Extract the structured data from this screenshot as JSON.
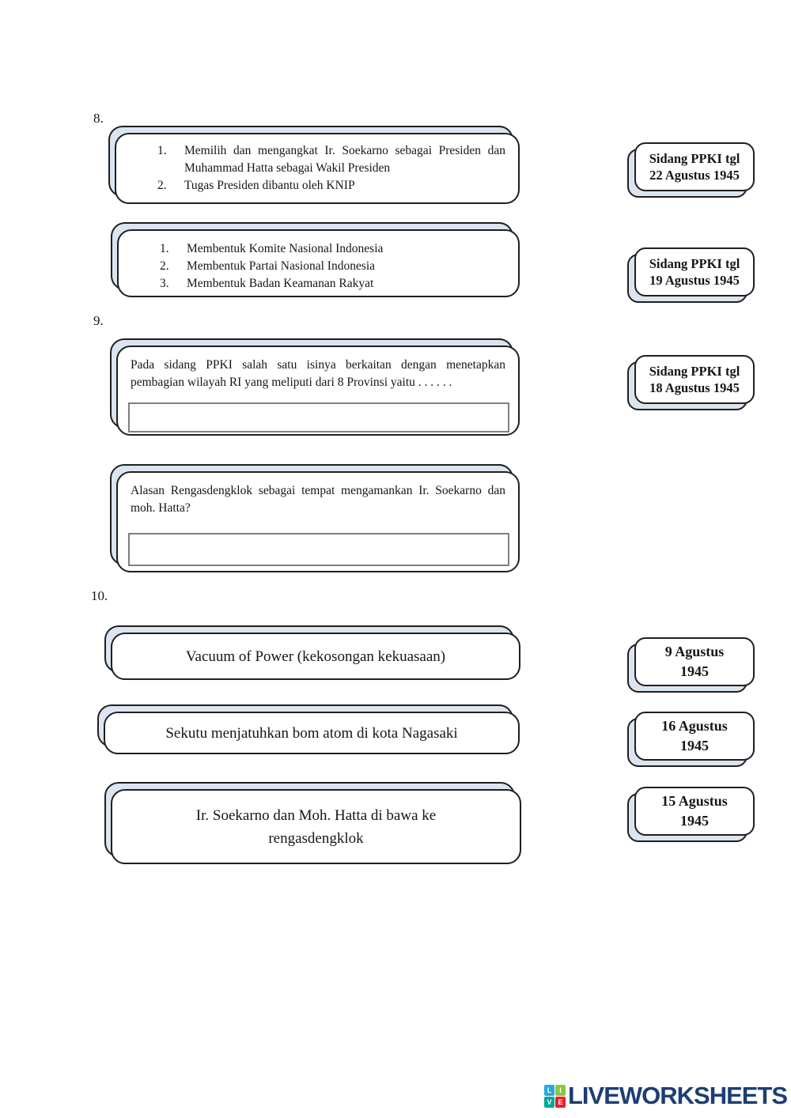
{
  "sections": {
    "s8": {
      "label": "8.",
      "card1": {
        "items": [
          {
            "num": "1.",
            "text": "Memilih dan mengangkat Ir. Soekarno sebagai Presiden dan Muhammad Hatta sebagai Wakil Presiden"
          },
          {
            "num": "2.",
            "text": "Tugas Presiden dibantu oleh KNIP"
          }
        ]
      },
      "card2": {
        "items": [
          {
            "num": "1.",
            "text": "Membentuk Komite Nasional Indonesia"
          },
          {
            "num": "2.",
            "text": "Membentuk Partai Nasional Indonesia"
          },
          {
            "num": "3.",
            "text": "Membentuk Badan Keamanan Rakyat"
          }
        ]
      }
    },
    "s9": {
      "label": "9.",
      "card1": {
        "question": "Pada sidang PPKI salah satu isinya berkaitan dengan menetapkan pembagian wilayah RI yang meliputi dari 8 Provinsi yaitu . . . . . .",
        "answer_value": ""
      },
      "card2": {
        "question": "Alasan Rengasdengklok sebagai tempat mengamankan Ir. Soekarno dan moh. Hatta?",
        "answer_value": ""
      }
    },
    "s10": {
      "label": "10.",
      "cards": [
        "Vacuum of Power (kekosongan kekuasaan)",
        "Sekutu menjatuhkan bom atom di kota Nagasaki",
        "Ir. Soekarno dan Moh. Hatta di bawa ke rengasdengklok"
      ]
    }
  },
  "answers": {
    "sidang": [
      {
        "line1": "Sidang PPKI tgl",
        "line2": "22 Agustus 1945"
      },
      {
        "line1": "Sidang PPKI tgl",
        "line2": "19 Agustus 1945"
      },
      {
        "line1": "Sidang PPKI tgl",
        "line2": "18 Agustus 1945"
      }
    ],
    "dates": [
      {
        "line1": "9 Agustus",
        "line2": "1945"
      },
      {
        "line1": "16 Agustus",
        "line2": "1945"
      },
      {
        "line1": "15 Agustus",
        "line2": "1945"
      }
    ]
  },
  "footer": {
    "brand": "LIVEWORKSHEETS",
    "logo_letters": [
      "L",
      "I",
      "V",
      "E"
    ]
  },
  "colors": {
    "card_shadow": "#dbe5f1",
    "card_border": "#1f1f1f",
    "input_border": "#7f7f7f",
    "brand_navy": "#1c3e73",
    "logo_blue": "#29a8e0",
    "logo_green": "#8cc63e",
    "logo_teal": "#00a79d",
    "logo_red": "#ee1c25"
  }
}
